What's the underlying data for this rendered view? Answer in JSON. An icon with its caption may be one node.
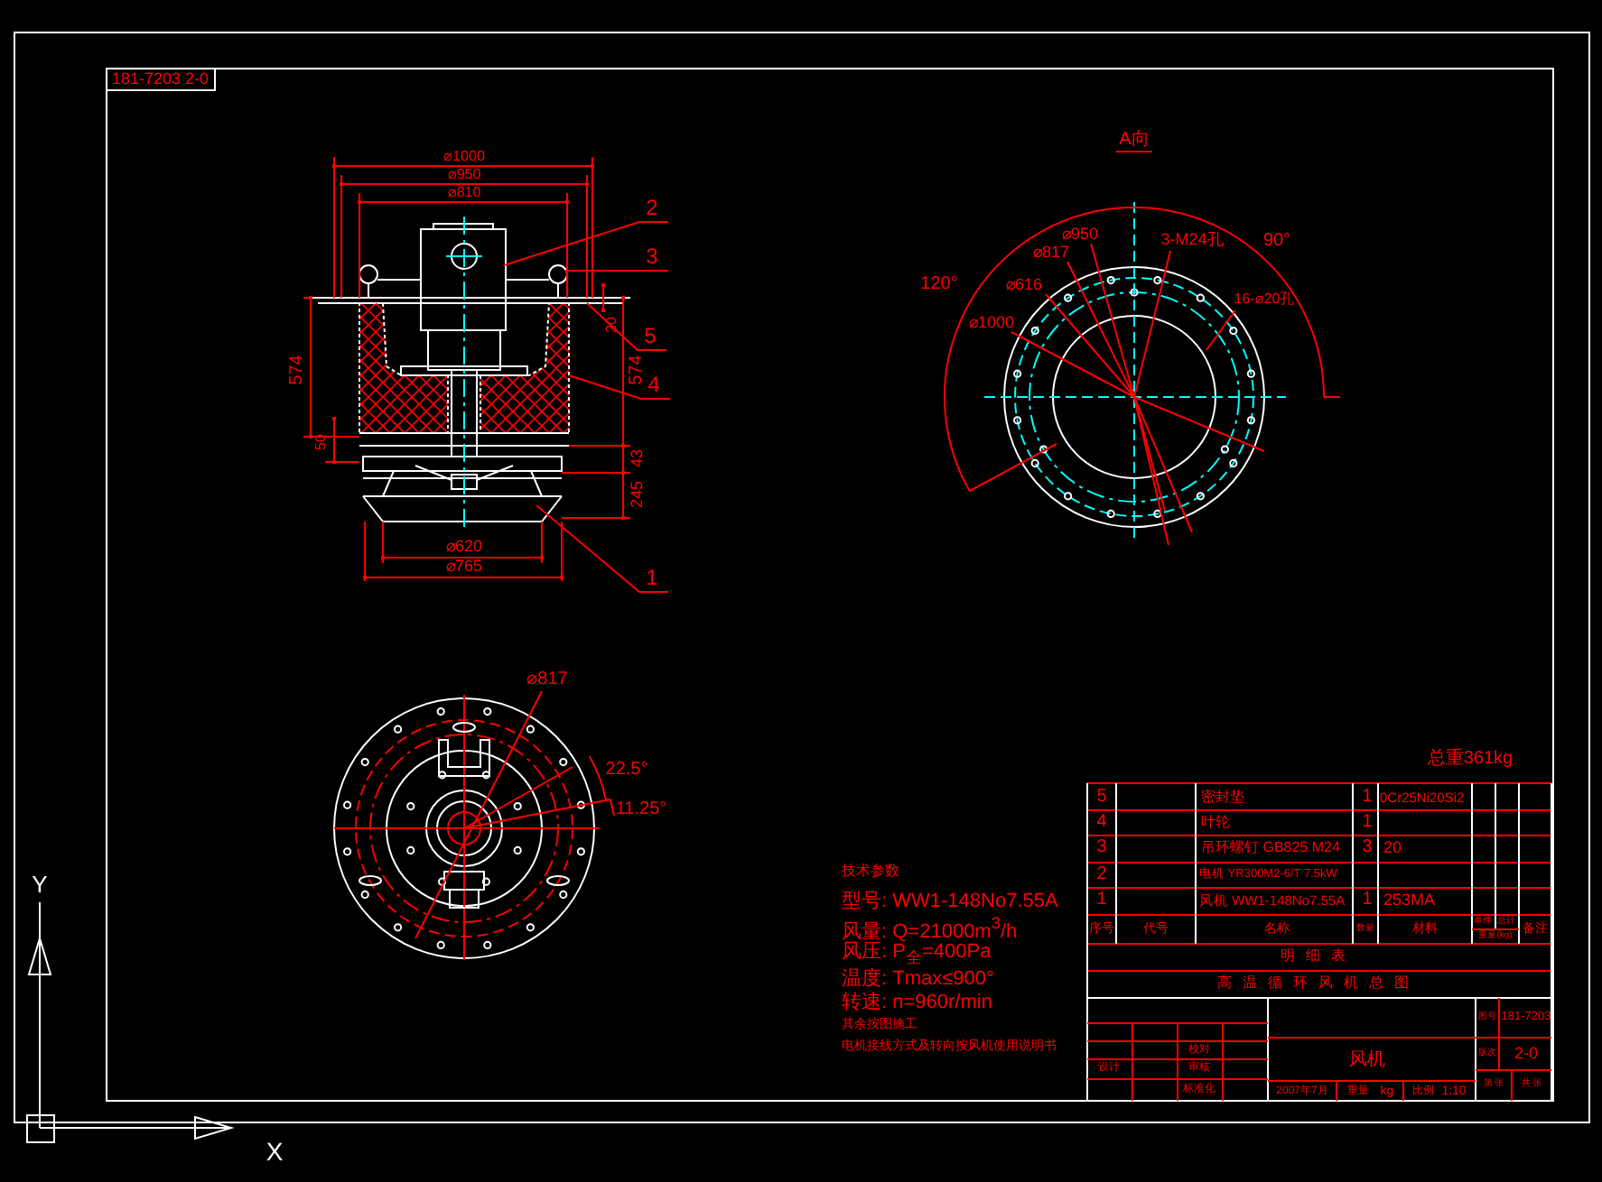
{
  "diagram": {
    "nodes": [
      {
        "text": [
          "2"
        ]
      },
      {
        "text": [
          "3"
        ]
      },
      {
        "text": [
          "5"
        ]
      },
      {
        "text": [
          "4"
        ]
      },
      {
        "text": [
          "1"
        ]
      },
      {
        "text": [
          "16-⌀20孔"
        ]
      }
    ],
    "edges": [
      {
        "from": 0,
        "to": null,
        "arrow": "none"
      },
      {
        "from": 1,
        "to": null,
        "arrow": "none"
      },
      {
        "from": 2,
        "to": null,
        "arrow": "none"
      },
      {
        "from": 3,
        "to": null,
        "arrow": "none"
      },
      {
        "from": 4,
        "to": null,
        "arrow": "none"
      },
      {
        "from": 5,
        "to": null,
        "arrow": "none"
      }
    ],
    "labels": [
      "181-7203 2-0",
      "⌀1000",
      "⌀950",
      "⌀810",
      "574",
      "574",
      "20",
      "50",
      "43",
      "245",
      "⌀620",
      "⌀765",
      "A向",
      "⌀950",
      "3-M24孔",
      "⌀817",
      "90°",
      "120°",
      "⌀616",
      "⌀1000",
      "⌀817",
      "22.5°",
      "11.25°",
      "总重361kg",
      "5",
      "密封垫",
      "1",
      "0Cr25Ni20Si2",
      "4",
      "叶轮",
      "1",
      "3",
      "吊环螺钉 GB825 M24",
      "3",
      "20",
      "2",
      "电机 YR300M2-6/T 7.5kW",
      "1",
      "风机 WW1-148No7.55A",
      "1",
      "253MA",
      "序号",
      "代号",
      "名称",
      "数量",
      "材料",
      "单件",
      "总计",
      "重量(kg)",
      "备注",
      "明细表",
      "高温循环风机总图",
      "技术参数",
      "型号: WW1-148No7.55A",
      "风量: Q=21000m$^{3}$/h",
      "风压: P$_{全}$=400Pa",
      "温度: Tmax≤900°",
      "转速: n=960r/min",
      "其余按图施工",
      "电机接线方式及转向按风机使用说明书",
      "设计",
      "校对",
      "审核",
      "标准化",
      "风机",
      "2007年7月",
      "重量",
      "kg",
      "比例",
      "1:10",
      "图号",
      "181-7203",
      "版次",
      "2-0",
      "第 张",
      "共 张",
      "Y",
      "X"
    ]
  }
}
